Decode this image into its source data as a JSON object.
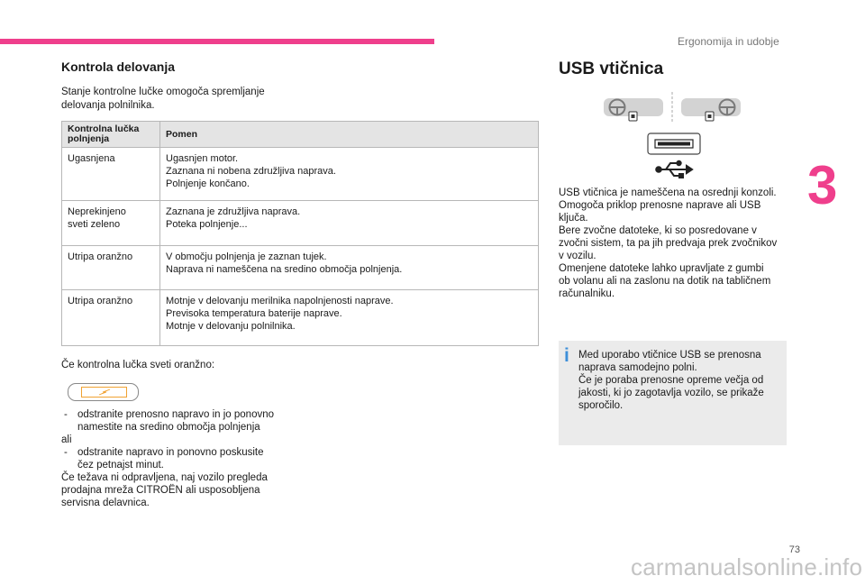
{
  "header": {
    "running_title": "Ergonomija in udobje",
    "chapter_number": "3",
    "page_number": "73",
    "watermark": "carmanualsonline.info",
    "accent_color": "#ef3f8c"
  },
  "left": {
    "heading": "Kontrola delovanja",
    "intro_lines": [
      "Stanje kontrolne lučke omogoča spremljanje",
      "delovanja polnilnika."
    ],
    "table": {
      "headers": [
        "Kontrolna lučka polnjenja",
        "Pomen"
      ],
      "rows": [
        {
          "state": [
            "Ugasnjena"
          ],
          "meaning": [
            "Ugasnjen motor.",
            "Zaznana ni nobena združljiva naprava.",
            "Polnjenje končano."
          ]
        },
        {
          "state": [
            "Neprekinjeno",
            "sveti zeleno"
          ],
          "meaning": [
            "Zaznana je združljiva naprava.",
            "Poteka polnjenje..."
          ]
        },
        {
          "state": [
            "Utripa oranžno"
          ],
          "meaning": [
            "V območju polnjenja je zaznan tujek.",
            "Naprava ni nameščena na sredino območja polnjenja."
          ]
        },
        {
          "state": [
            "Utripa oranžno"
          ],
          "meaning": [
            "Motnje v delovanju merilnika napolnjenosti naprave.",
            "Previsoka temperatura baterije naprave.",
            "Motnje v delovanju polnilnika."
          ]
        }
      ]
    },
    "orange_question": "Če kontrolna lučka sveti oranžno:",
    "dash_char": "-",
    "instruction_1": [
      "odstranite prenosno napravo in jo ponovno",
      "namestite na sredino območja polnjenja"
    ],
    "or": "ali",
    "instruction_2": [
      "odstranite napravo in ponovno poskusite",
      "čez petnajst minut."
    ],
    "closing_lines": [
      "Če težava ni odpravljena, naj vozilo pregleda",
      "prodajna mreža CITROËN ali usposobljena",
      "servisna delavnica."
    ]
  },
  "right": {
    "heading": "USB vtičnica",
    "description_lines": [
      "USB vtičnica je nameščena na osrednji konzoli.",
      "Omogoča priklop prenosne naprave ali USB",
      "ključa.",
      "Bere zvočne datoteke, ki so posredovane v",
      "zvočni sistem, ta pa jih predvaja prek zvočnikov",
      "v vozilu.",
      "Omenjene datoteke lahko upravljate z gumbi",
      "ob volanu ali na zaslonu na dotik na tabličnem",
      "računalniku."
    ],
    "info_icon": "i",
    "info_lines": [
      "Med uporabo vtičnice USB se prenosna",
      "naprava samodejno polni.",
      "Če je poraba prenosne opreme večja od",
      "jakosti, ki jo zagotavlja vozilo, se prikaže",
      "sporočilo."
    ]
  }
}
